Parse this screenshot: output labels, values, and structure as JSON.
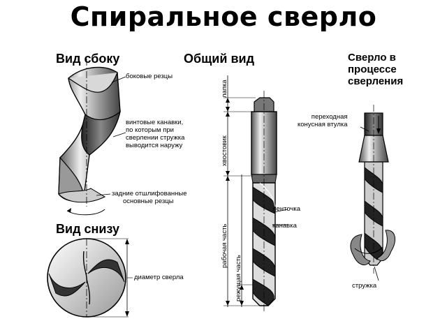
{
  "title": "Спиральное сверло",
  "side_view": {
    "heading": "Вид сбоку",
    "labels": {
      "side_cutters": "боковые резцы",
      "grooves": [
        "винтовые канавки,",
        "по которым при",
        "сверлении стружка",
        "выводится наружу"
      ],
      "rear_cutters": [
        "задние отшлифованные",
        "основные резцы"
      ]
    }
  },
  "bottom_view": {
    "heading": "Вид снизу",
    "diameter_label": "диаметр сверла"
  },
  "general_view": {
    "heading": "Общий вид",
    "labels": {
      "tang": "лапка",
      "shank": "хвостовик",
      "working_part": "рабочая часть",
      "cutting_part": "режущая часть",
      "land": "ленточка",
      "flute": "канавка"
    }
  },
  "drilling_view": {
    "heading": [
      "Сверло в",
      "процессе",
      "сверления"
    ],
    "labels": {
      "sleeve": [
        "переходная",
        "конусная втулка"
      ],
      "chip": "стружка"
    }
  }
}
